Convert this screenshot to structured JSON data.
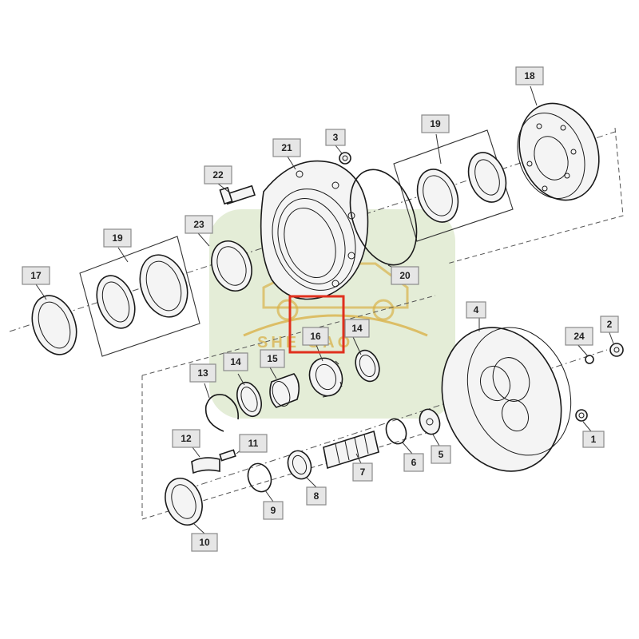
{
  "callouts": [
    {
      "id": "c1",
      "label": "1"
    },
    {
      "id": "c2",
      "label": "2"
    },
    {
      "id": "c3",
      "label": "3"
    },
    {
      "id": "c4",
      "label": "4"
    },
    {
      "id": "c5",
      "label": "5"
    },
    {
      "id": "c6",
      "label": "6"
    },
    {
      "id": "c7",
      "label": "7"
    },
    {
      "id": "c8",
      "label": "8"
    },
    {
      "id": "c9",
      "label": "9"
    },
    {
      "id": "c10",
      "label": "10"
    },
    {
      "id": "c11",
      "label": "11"
    },
    {
      "id": "c12",
      "label": "12"
    },
    {
      "id": "c13",
      "label": "13"
    },
    {
      "id": "c14a",
      "label": "14"
    },
    {
      "id": "c14b",
      "label": "14"
    },
    {
      "id": "c15",
      "label": "15"
    },
    {
      "id": "c16",
      "label": "16"
    },
    {
      "id": "c17",
      "label": "17"
    },
    {
      "id": "c18",
      "label": "18"
    },
    {
      "id": "c19a",
      "label": "19"
    },
    {
      "id": "c19b",
      "label": "19"
    },
    {
      "id": "c20",
      "label": "20"
    },
    {
      "id": "c21",
      "label": "21"
    },
    {
      "id": "c22",
      "label": "22"
    },
    {
      "id": "c23",
      "label": "23"
    },
    {
      "id": "c24",
      "label": "24"
    }
  ],
  "highlighted_callout": "16",
  "watermark": {
    "text": "SHE  GAO",
    "color": "#d9b24a",
    "background": "#dbe7c9"
  },
  "colors": {
    "highlight": "#e0301e",
    "callout_fill": "#e6e6e6",
    "line": "#1a1a1a"
  }
}
